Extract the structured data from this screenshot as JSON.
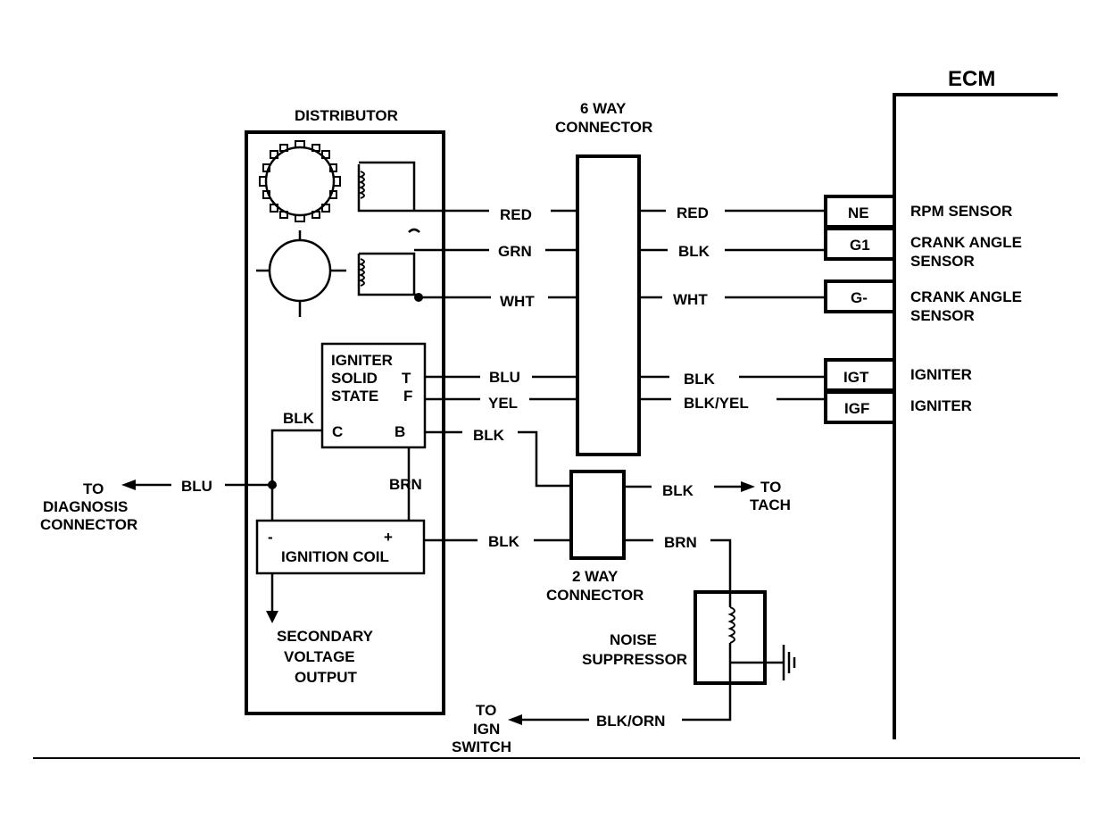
{
  "ecm": {
    "title": "ECM"
  },
  "distributor": {
    "title": "DISTRIBUTOR",
    "igniter_line1": "IGNITER",
    "igniter_line2": "SOLID",
    "igniter_line3": "STATE",
    "pin_t": "T",
    "pin_f": "F",
    "pin_c": "C",
    "pin_b": "B",
    "coil_label": "IGNITION COIL",
    "coil_minus": "-",
    "coil_plus": "+",
    "secondary_line1": "SECONDARY",
    "secondary_line2": "VOLTAGE",
    "secondary_line3": "OUTPUT"
  },
  "six_way": {
    "line1": "6 WAY",
    "line2": "CONNECTOR"
  },
  "two_way": {
    "line1": "2 WAY",
    "line2": "CONNECTOR"
  },
  "noise_suppressor": {
    "line1": "NOISE",
    "line2": "SUPPRESSOR"
  },
  "wires_left": {
    "red": "RED",
    "grn": "GRN",
    "wht": "WHT",
    "blu": "BLU",
    "yel": "YEL",
    "blk_b": "BLK",
    "blk_c": "BLK",
    "brn_coil": "BRN",
    "blu_diag": "BLU",
    "blk_coil": "BLK"
  },
  "wires_right": {
    "red": "RED",
    "blk_g1": "BLK",
    "wht": "WHT",
    "blk_igt": "BLK",
    "blk_yel": "BLK/YEL",
    "blk_tach": "BLK",
    "brn": "BRN",
    "blk_orn": "BLK/ORN"
  },
  "ecm_terminals": {
    "ne": "NE",
    "g1": "G1",
    "gminus": "G-",
    "igt": "IGT",
    "igf": "IGF"
  },
  "ecm_labels": {
    "rpm": "RPM SENSOR",
    "crank1_line1": "CRANK ANGLE",
    "crank1_line2": "SENSOR",
    "crank2_line1": "CRANK ANGLE",
    "crank2_line2": "SENSOR",
    "igniter1": "IGNITER",
    "igniter2": "IGNITER"
  },
  "destinations": {
    "diag_line1": "TO",
    "diag_line2": "DIAGNOSIS",
    "diag_line3": "CONNECTOR",
    "tach_line1": "TO",
    "tach_line2": "TACH",
    "ign_line1": "TO",
    "ign_line2": "IGN",
    "ign_line3": "SWITCH"
  }
}
